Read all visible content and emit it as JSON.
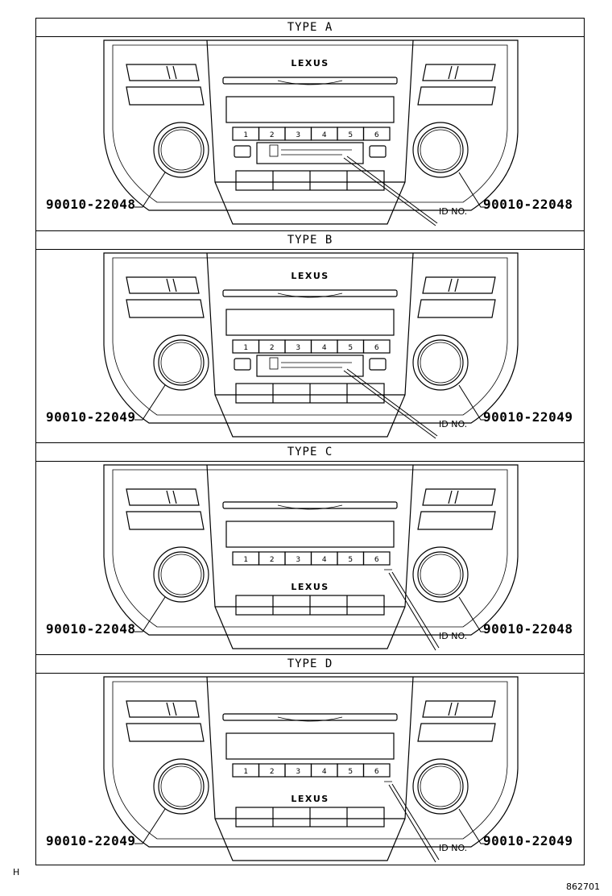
{
  "panels": [
    {
      "type_label": "TYPE A",
      "left_part_number": "90010-22048",
      "right_part_number": "90010-22048",
      "id_label": "ID NO.",
      "logo_position": "top",
      "buttons": [
        "1",
        "2",
        "3",
        "4",
        "5",
        "6"
      ],
      "brand": "LEXUS"
    },
    {
      "type_label": "TYPE B",
      "left_part_number": "90010-22049",
      "right_part_number": "90010-22049",
      "id_label": "ID NO.",
      "logo_position": "top",
      "buttons": [
        "1",
        "2",
        "3",
        "4",
        "5",
        "6"
      ],
      "brand": "LEXUS"
    },
    {
      "type_label": "TYPE C",
      "left_part_number": "90010-22048",
      "right_part_number": "90010-22048",
      "id_label": "ID NO.",
      "logo_position": "middle",
      "buttons": [
        "1",
        "2",
        "3",
        "4",
        "5",
        "6"
      ],
      "brand": "LEXUS"
    },
    {
      "type_label": "TYPE D",
      "left_part_number": "90010-22049",
      "right_part_number": "90010-22049",
      "id_label": "ID NO.",
      "logo_position": "middle",
      "buttons": [
        "1",
        "2",
        "3",
        "4",
        "5",
        "6"
      ],
      "brand": "LEXUS"
    }
  ],
  "footer": {
    "left_mark": "H",
    "figure_number": "862701"
  }
}
